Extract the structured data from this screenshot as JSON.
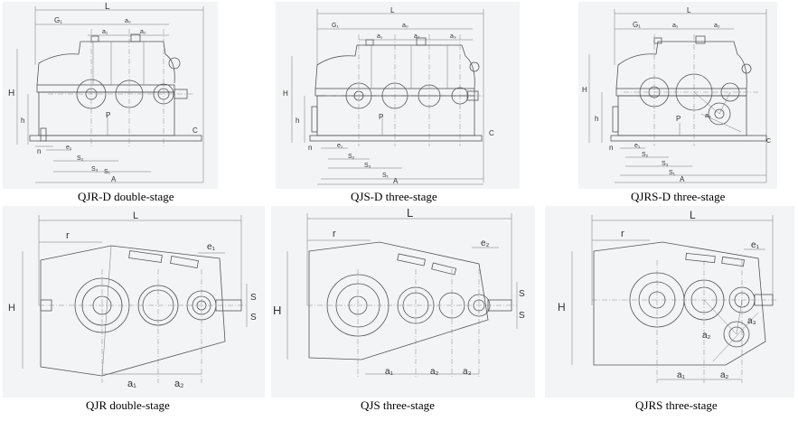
{
  "figures": [
    {
      "caption": "QJR-D double-stage",
      "dims": {
        "L": "L",
        "G1": "G₁",
        "a0": "a₀",
        "a1": "a₁",
        "a2": "a₂",
        "H": "H",
        "h": "h",
        "C": "C",
        "P": "P",
        "n": "n",
        "e1": "e₁",
        "S2": "S₂",
        "S3": "S₃",
        "S1": "S₁",
        "A": "A"
      }
    },
    {
      "caption": "QJS-D three-stage",
      "dims": {
        "L": "L",
        "G1": "G₁",
        "a0": "a₀",
        "a1": "a₁",
        "a2": "a₂",
        "a3": "a₃",
        "H": "H",
        "h": "h",
        "C": "C",
        "P": "P",
        "n": "n",
        "e1": "e₁",
        "S2": "S₂",
        "S3": "S₃",
        "S1": "S₁",
        "A": "A"
      }
    },
    {
      "caption": "QJRS-D three-stage",
      "dims": {
        "L": "L",
        "G1": "G₁",
        "a1": "a₁",
        "a2": "a₂",
        "a3": "a₃",
        "H": "H",
        "h": "h",
        "C": "C",
        "P": "P",
        "n": "n",
        "e1": "e₁",
        "S2": "S₂",
        "S3": "S₃",
        "S1": "S₁",
        "A": "A"
      }
    },
    {
      "caption": "QJR double-stage",
      "dims": {
        "L": "L",
        "r": "r",
        "e1": "e₁",
        "H": "H",
        "S": "S",
        "a1": "a₁",
        "a2": "a₂"
      }
    },
    {
      "caption": "QJS three-stage",
      "dims": {
        "L": "L",
        "r": "r",
        "e2": "e₂",
        "H": "H",
        "S": "S",
        "a1": "a₁",
        "a2": "a₂",
        "a3": "a₃"
      }
    },
    {
      "caption": "QJRS three-stage",
      "dims": {
        "L": "L",
        "r": "r",
        "e1": "e₁",
        "H": "H",
        "a1": "a₁",
        "a2": "a₂",
        "a3": "a₃"
      }
    }
  ]
}
